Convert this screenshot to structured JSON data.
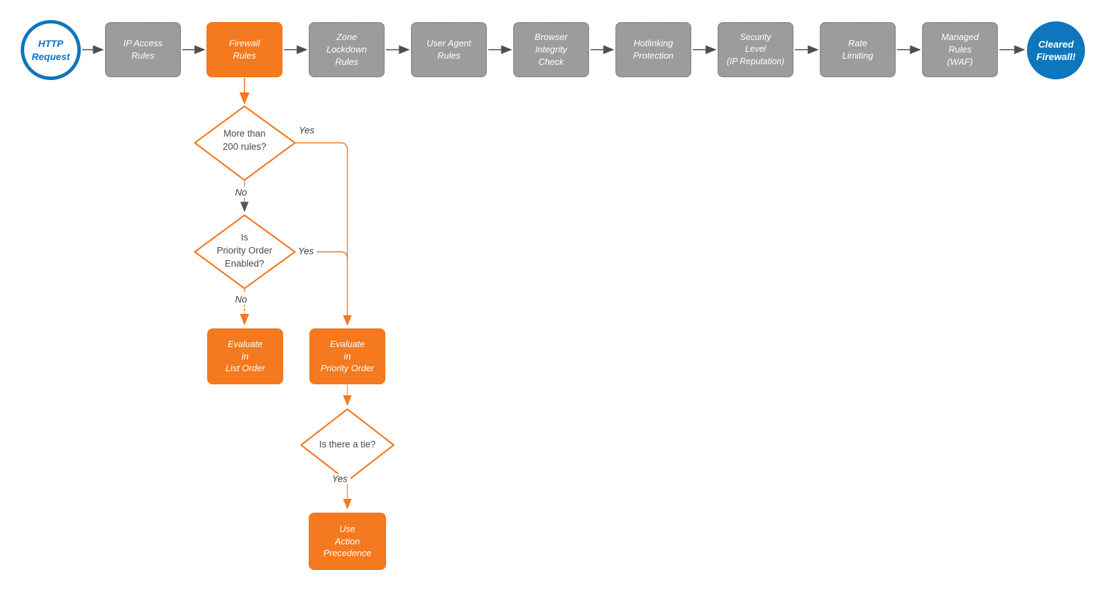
{
  "diagram": {
    "title_hint": "HTTP request firewall evaluation flowchart",
    "pipeline": [
      {
        "id": "http-request",
        "type": "start-circle",
        "label": "HTTP\nRequest"
      },
      {
        "id": "ip-access-rules",
        "type": "stage",
        "label": "IP Access\nRules"
      },
      {
        "id": "firewall-rules",
        "type": "stage-active",
        "label": "Firewall\nRules"
      },
      {
        "id": "zone-lockdown",
        "type": "stage",
        "label": "Zone\nLockdown\nRules"
      },
      {
        "id": "user-agent-rules",
        "type": "stage",
        "label": "User Agent\nRules"
      },
      {
        "id": "browser-integrity",
        "type": "stage",
        "label": "Browser\nIntegrity\nCheck"
      },
      {
        "id": "hotlinking",
        "type": "stage",
        "label": "Hotlinking\nProtection"
      },
      {
        "id": "security-level",
        "type": "stage",
        "label": "Security\nLevel\n(IP Reputation)"
      },
      {
        "id": "rate-limiting",
        "type": "stage",
        "label": "Rate\nLimiting"
      },
      {
        "id": "managed-rules",
        "type": "stage",
        "label": "Managed\nRules\n(WAF)"
      },
      {
        "id": "cleared-firewall",
        "type": "end-circle",
        "label": "Cleared\nFirewall!"
      }
    ],
    "decisions": [
      {
        "id": "more-than-200-rules",
        "label": "More than\n200 rules?"
      },
      {
        "id": "priority-order-enabled",
        "label": "Is\nPriority Order\nEnabled?"
      },
      {
        "id": "is-there-a-tie",
        "label": "Is there a tie?"
      }
    ],
    "actions": [
      {
        "id": "evaluate-list-order",
        "label": "Evaluate\nin\nList Order"
      },
      {
        "id": "evaluate-priority-order",
        "label": "Evaluate\nin\nPriority Order"
      },
      {
        "id": "use-action-precedence",
        "label": "Use\nAction\nPrecedence"
      }
    ],
    "edge_labels": {
      "yes_200_rules": "Yes",
      "no_200_rules": "No",
      "yes_priority_enabled": "Yes",
      "no_priority_enabled": "No",
      "yes_tie": "Yes"
    },
    "colors": {
      "orange": "#f4791f",
      "blue": "#0e76bc",
      "gray_fill": "#9c9c9c",
      "arrow_gray": "#4f4f4f",
      "diamond_border": "#f4791f"
    }
  }
}
